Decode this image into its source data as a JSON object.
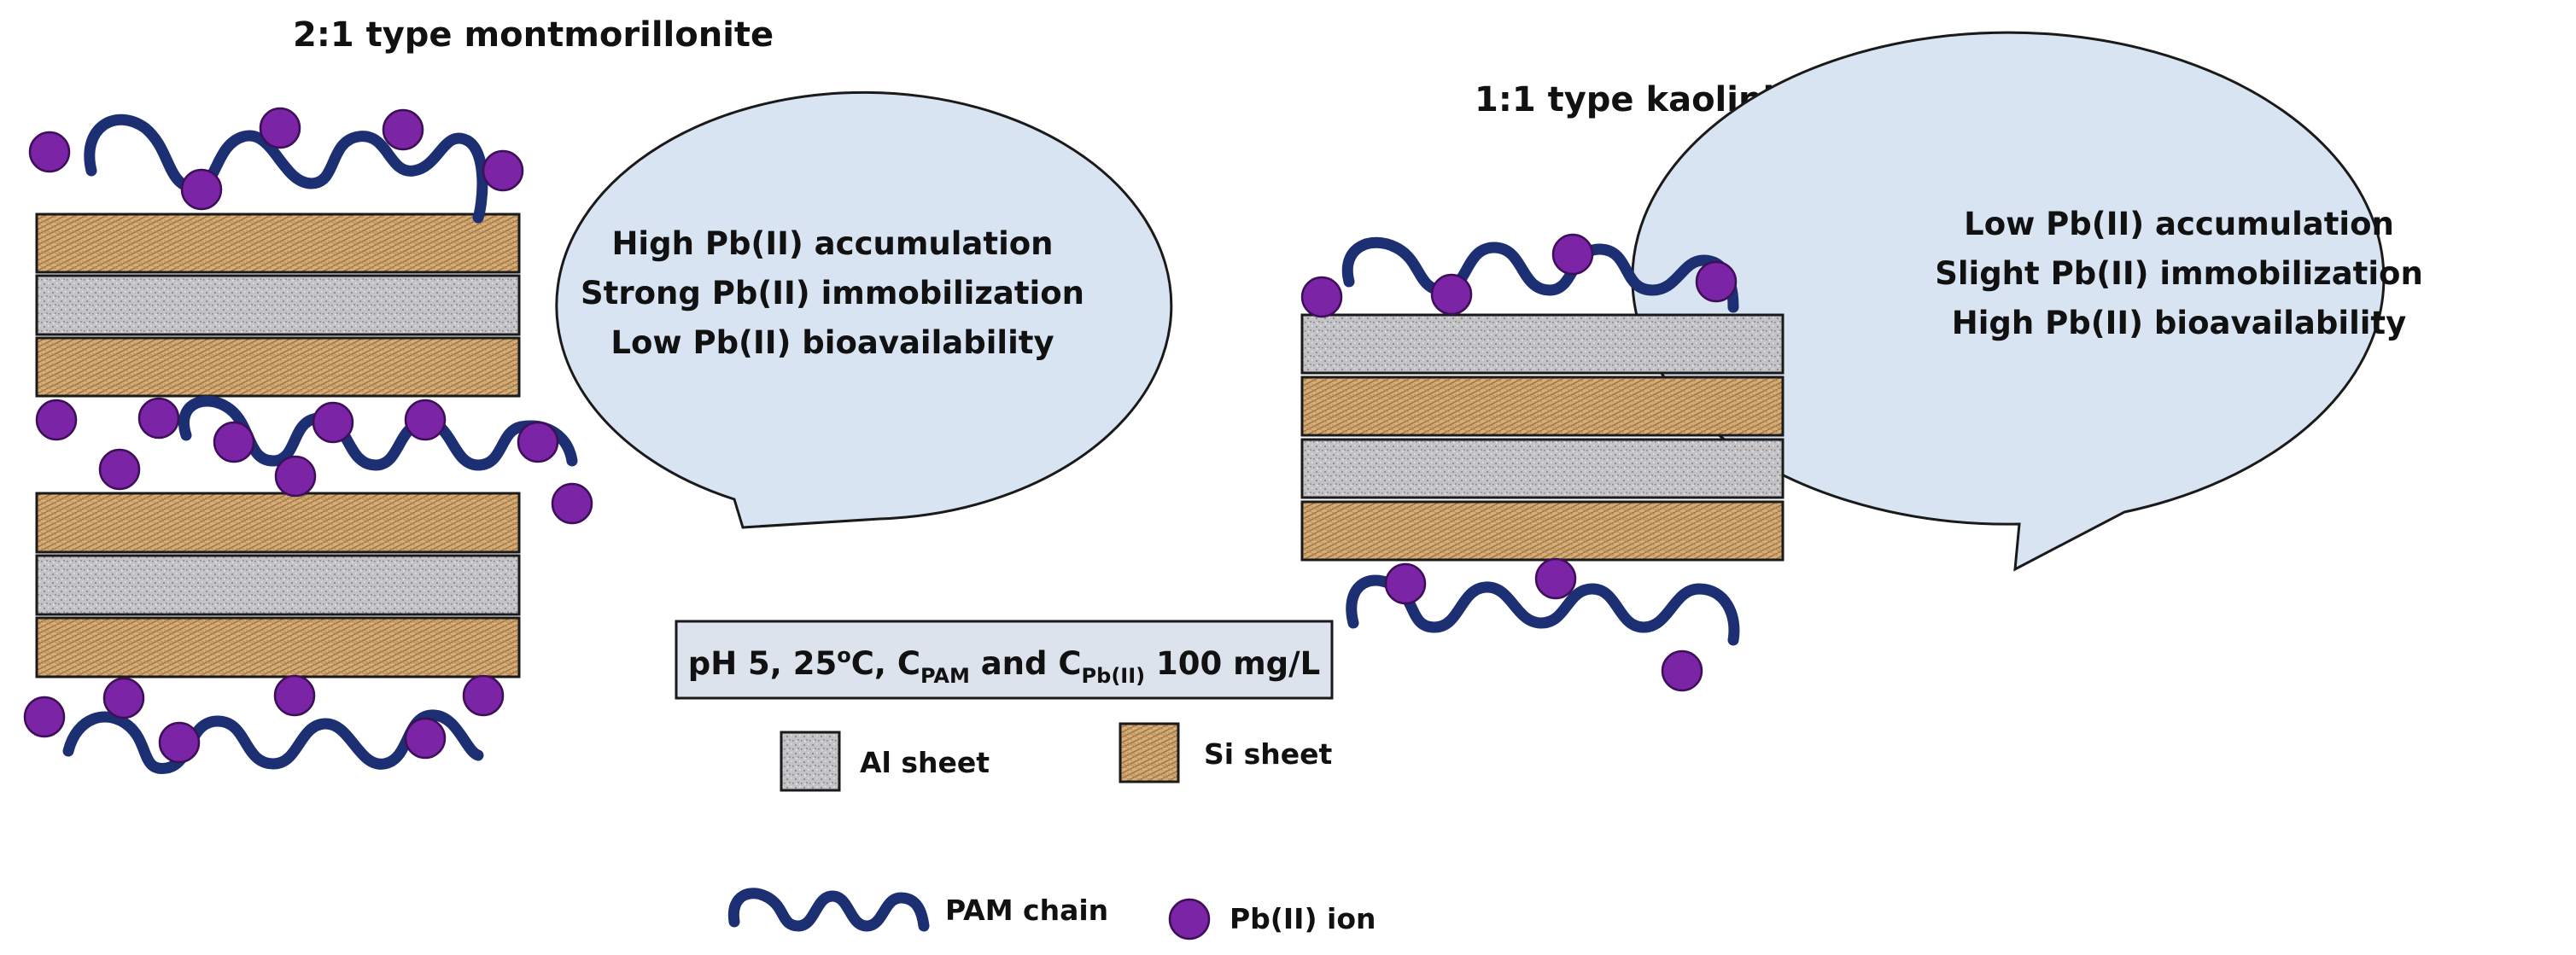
{
  "colors": {
    "ion": "#7b24a6",
    "ion_stroke": "#3d0f57",
    "chain": "#1b2f72",
    "bubble": "#d8e4f1",
    "bubble_stroke": "#1a1a1a",
    "al_sheet": "#c3c3c6",
    "si_sheet": "#d7ae78",
    "condition_box": "#dce3ec"
  },
  "montmorillonite": {
    "title": "2:1 type montmorillonite",
    "bubble_lines": [
      "High Pb(II) accumulation",
      "Strong Pb(II) immobilization",
      "Low Pb(II) bioavailability"
    ]
  },
  "kaolinite": {
    "title": "1:1 type kaolinite",
    "bubble_lines": [
      "Low Pb(II) accumulation",
      "Slight Pb(II) immobilization",
      "High Pb(II) bioavailability"
    ]
  },
  "conditions": {
    "prefix": "pH 5, 25",
    "deg_sup": "o",
    "c_unit": "C, C",
    "pam_sub": "PAM",
    "mid": " and C",
    "pb_sub": "Pb(II)",
    "suffix": " 100 mg/L"
  },
  "legend": {
    "al_sheet": "Al sheet",
    "si_sheet": "Si sheet",
    "pam_chain": "PAM chain",
    "pb_ion": "Pb(II) ion"
  }
}
